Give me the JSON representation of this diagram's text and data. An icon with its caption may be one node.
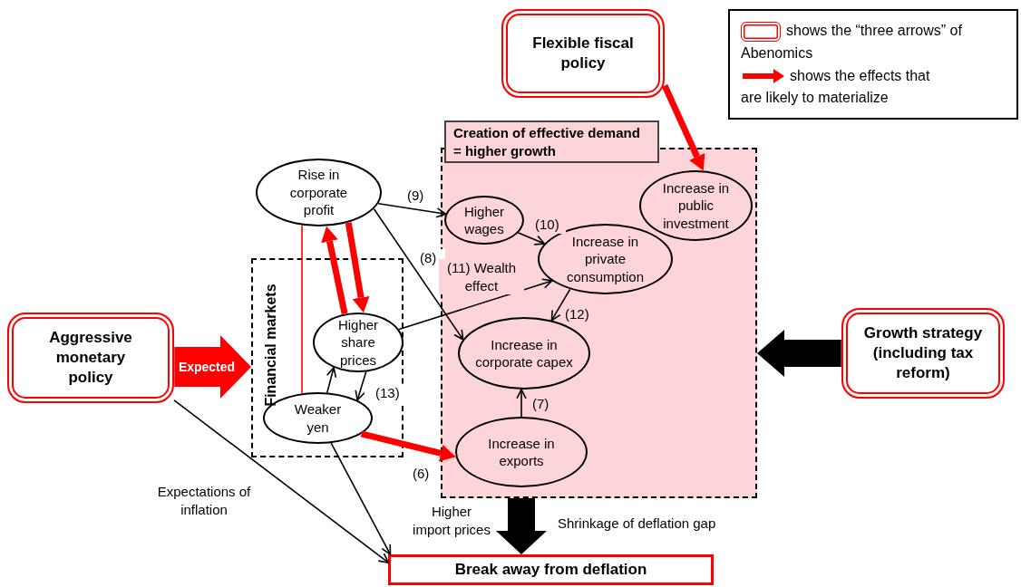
{
  "diagram": {
    "nodes": [
      {
        "text": [
          "Flexible fiscal policy"
        ]
      },
      {
        "text": [
          "Financial markets"
        ]
      },
      {
        "text": [
          "Creation of effective demand = higher growth"
        ]
      },
      {
        "text": [
          "Rise in corporate profit"
        ]
      },
      {
        "text": [
          "Higher share prices"
        ],
        "in": 1
      },
      {
        "text": [
          "Weaker yen"
        ],
        "in": 1
      },
      {
        "text": [
          "Higher wages"
        ],
        "in": 2
      },
      {
        "text": [
          "Increase in private consumption"
        ],
        "in": 2
      },
      {
        "text": [
          "Increase in public investment"
        ],
        "in": 2
      },
      {
        "text": [
          "Increase in corporate capex"
        ],
        "in": 2
      },
      {
        "text": [
          "Increase in exports"
        ],
        "in": 2
      },
      {
        "text": [
          "Aggressive monetary policy"
        ]
      },
      {
        "text": [
          "Growth strategy (including tax reform)"
        ]
      },
      {
        "text": [
          "Break away from deflation"
        ]
      }
    ],
    "edges": [
      {
        "from": 0,
        "to": 8,
        "arrow": "to",
        "style": "thick",
        "color": "#ff0000"
      },
      {
        "from": 11,
        "to": 1,
        "arrow": "to",
        "label": "Expected",
        "style": "thick",
        "color": "#ff0000"
      },
      {
        "from": 3,
        "to": 6,
        "arrow": "to",
        "label": "(9)"
      },
      {
        "from": 3,
        "to": 9,
        "arrow": "to",
        "label": "(8)"
      },
      {
        "from": 3,
        "to": 5,
        "arrow": "none",
        "color": "#ff0000"
      },
      {
        "from": 4,
        "to": 3,
        "arrow": "to",
        "style": "thick",
        "color": "#ff0000"
      },
      {
        "from": 3,
        "to": 4,
        "arrow": "to",
        "style": "thick",
        "color": "#ff0000"
      },
      {
        "from": 6,
        "to": 7,
        "arrow": "to",
        "label": "(10)"
      },
      {
        "from": 4,
        "to": 7,
        "arrow": "to",
        "label": "(11) Wealth effect"
      },
      {
        "from": 7,
        "to": 9,
        "arrow": "to",
        "label": "(12)"
      },
      {
        "from": 5,
        "to": 4,
        "arrow": "to"
      },
      {
        "from": 4,
        "to": 5,
        "arrow": "to",
        "label": "(13)"
      },
      {
        "from": 10,
        "to": 9,
        "arrow": "to",
        "label": "(7)"
      },
      {
        "from": 5,
        "to": 10,
        "arrow": "to",
        "label": "(6)",
        "style": "thick",
        "color": "#ff0000"
      },
      {
        "from": 11,
        "to": 13,
        "arrow": "to",
        "label": "Expectations of inflation"
      },
      {
        "from": 5,
        "to": 13,
        "arrow": "to",
        "label": "Higher import prices"
      },
      {
        "from": 2,
        "to": 13,
        "arrow": "to",
        "label": "Shrinkage of deflation gap",
        "style": "thick"
      },
      {
        "from": 12,
        "to": 2,
        "arrow": "to",
        "style": "thick"
      }
    ],
    "legend": [
      {
        "text": "shows the “three arrows” of Abenomics"
      },
      {
        "text": "shows the effects that are likely to materialize"
      }
    ]
  }
}
